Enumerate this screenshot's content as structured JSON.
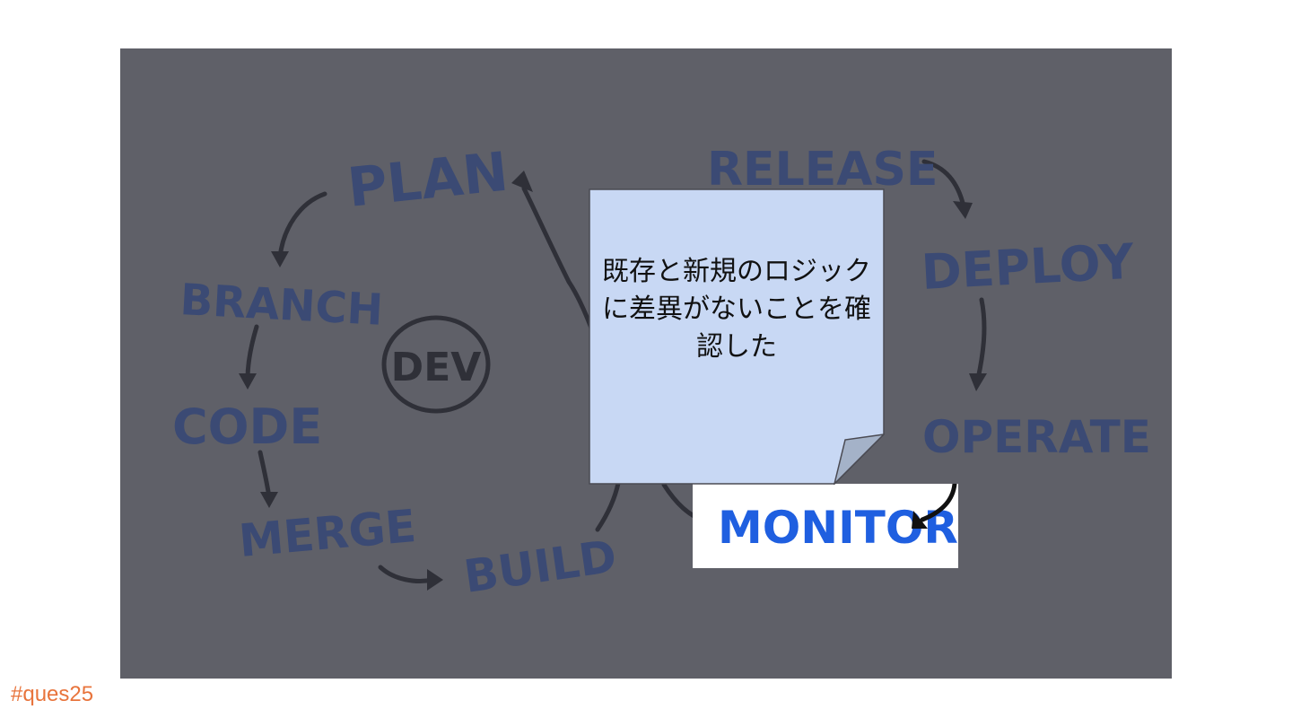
{
  "diagram": {
    "stages_left": [
      "PLAN",
      "BRANCH",
      "CODE",
      "MERGE",
      "BUILD"
    ],
    "center_label": "DEV",
    "stages_right": [
      "RELEASE",
      "DEPLOY",
      "OPERATE"
    ],
    "highlighted_stage": "MONITOR"
  },
  "sticky_note": {
    "text": "既存と新規のロジックに差異がないことを確認した"
  },
  "hashtag": "#ques25",
  "colors": {
    "panel": "#5f6068",
    "stage_text": "#3b4a74",
    "arrow": "#2f3038",
    "monitor_text": "#1f5fe0",
    "sticky_fill": "#c8d8f4",
    "hashtag": "#e8743c"
  }
}
